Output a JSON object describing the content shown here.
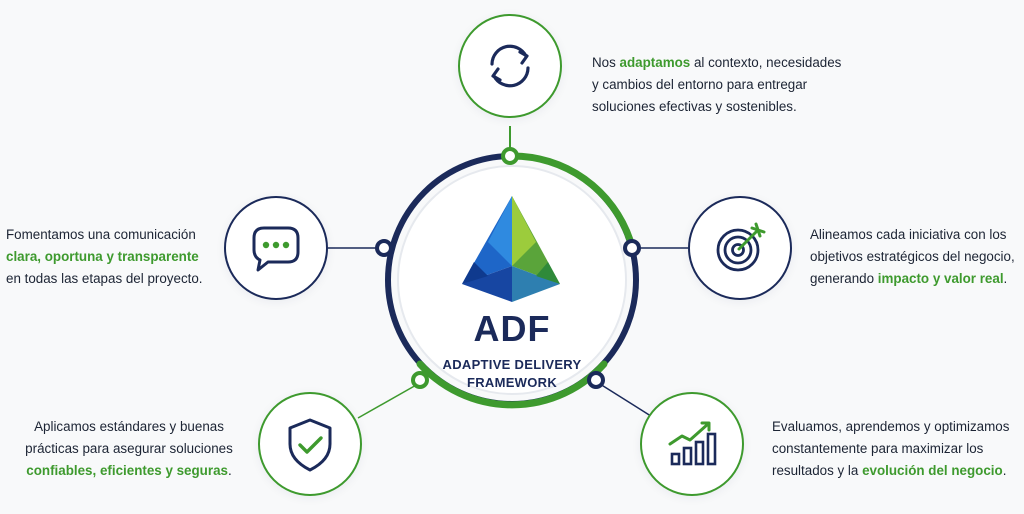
{
  "center": {
    "title": "ADF",
    "subtitle_line1": "ADAPTIVE DELIVERY",
    "subtitle_line2": "FRAMEWORK"
  },
  "colors": {
    "green": "#3e9a2e",
    "navy": "#1b2a5a"
  },
  "items": [
    {
      "icon": "refresh-cycle-icon",
      "text": [
        [
          "Nos ",
          "adaptamos",
          " al contexto, necesidades"
        ],
        [
          "y cambios del entorno para entregar"
        ],
        [
          "soluciones efectivas y sostenibles."
        ]
      ]
    },
    {
      "icon": "target-icon",
      "text": [
        [
          "Alineamos cada iniciativa con los"
        ],
        [
          "objetivos estratégicos del negocio,"
        ],
        [
          "generando ",
          "impacto y valor real",
          "."
        ]
      ]
    },
    {
      "icon": "growth-chart-icon",
      "text": [
        [
          "Evaluamos, aprendemos y optimizamos"
        ],
        [
          "constantemente para maximizar los"
        ],
        [
          "resultados y la ",
          "evolución del negocio",
          "."
        ]
      ]
    },
    {
      "icon": "shield-check-icon",
      "text": [
        [
          "Aplicamos estándares y buenas"
        ],
        [
          "prácticas para asegurar soluciones"
        ],
        [
          "confiables, eficientes y seguras",
          "."
        ]
      ]
    },
    {
      "icon": "chat-bubble-icon",
      "text": [
        [
          "Fomentamos una comunicación"
        ],
        [
          "clara, oportuna y transparente"
        ],
        [
          "en todas las etapas del proyecto."
        ]
      ]
    }
  ]
}
